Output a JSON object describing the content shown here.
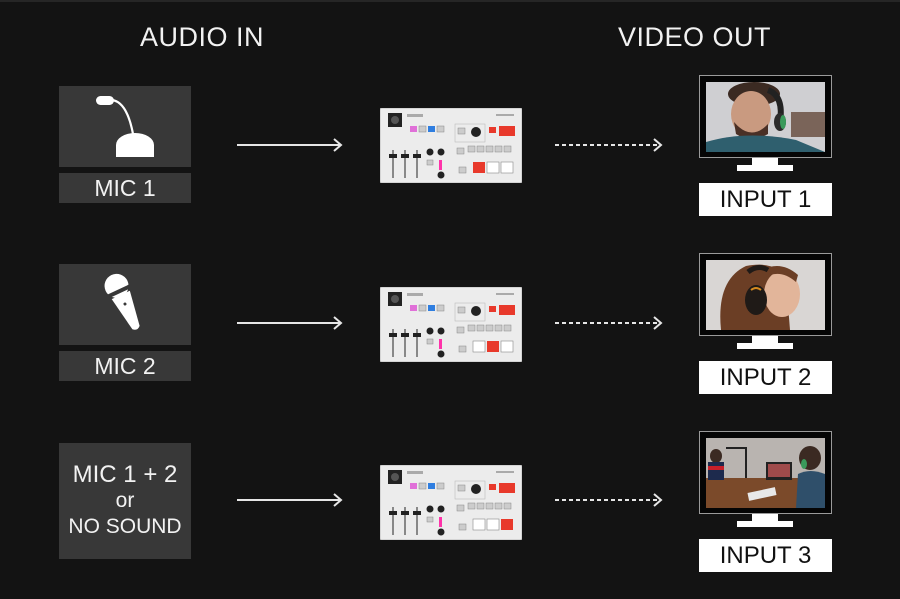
{
  "headings": {
    "audio_in": "AUDIO IN",
    "video_out": "VIDEO OUT"
  },
  "rows": [
    {
      "source": {
        "icon": "gooseneck-microphone-icon",
        "label": "MIC 1"
      },
      "device": {
        "name": "Roland VR-1HD",
        "active_button": "1"
      },
      "output": {
        "label": "INPUT 1",
        "scene": "man with headset close-up"
      }
    },
    {
      "source": {
        "icon": "handheld-microphone-icon",
        "label": "MIC 2"
      },
      "device": {
        "name": "Roland VR-1HD",
        "active_button": "2"
      },
      "output": {
        "label": "INPUT 2",
        "scene": "woman with headphones close-up"
      }
    },
    {
      "source": {
        "label_line1": "MIC 1 + 2",
        "label_line2": "or",
        "label_line3": "NO SOUND"
      },
      "device": {
        "name": "Roland VR-1HD",
        "active_button": "3"
      },
      "output": {
        "label": "INPUT 3",
        "scene": "wide shot of studio"
      }
    }
  ],
  "colors": {
    "background": "#131313",
    "source_box": "#383838",
    "text": "#f2f2f2",
    "output_label_bg": "#ffffff",
    "device_red": "#e8392b",
    "device_pink": "#e070d8",
    "device_blue": "#2f7ee0"
  }
}
